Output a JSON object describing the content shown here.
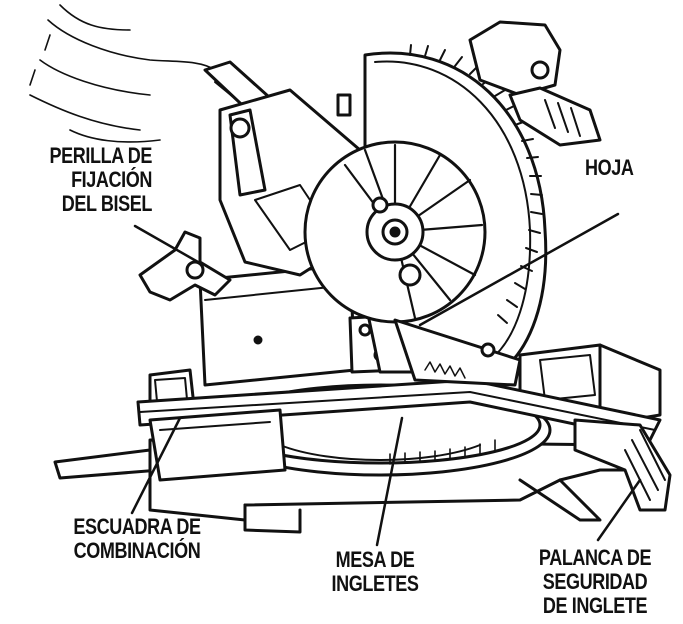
{
  "diagram": {
    "labels": {
      "bevel_lock": [
        "PERILLA DE",
        "FIJACIÓN",
        "DEL BISEL"
      ],
      "blade": [
        "HOJA"
      ],
      "combination_square": [
        "ESCUADRA DE",
        "COMBINACIÓN"
      ],
      "miter_table": [
        "MESA DE",
        "INGLETES"
      ],
      "miter_lock_lever": [
        "PALANCA DE",
        "SEGURIDAD",
        "DE INGLETE"
      ]
    },
    "colors": {
      "ink": "#111111",
      "fill": "#ffffff",
      "shade": "#d9d9d9"
    }
  }
}
